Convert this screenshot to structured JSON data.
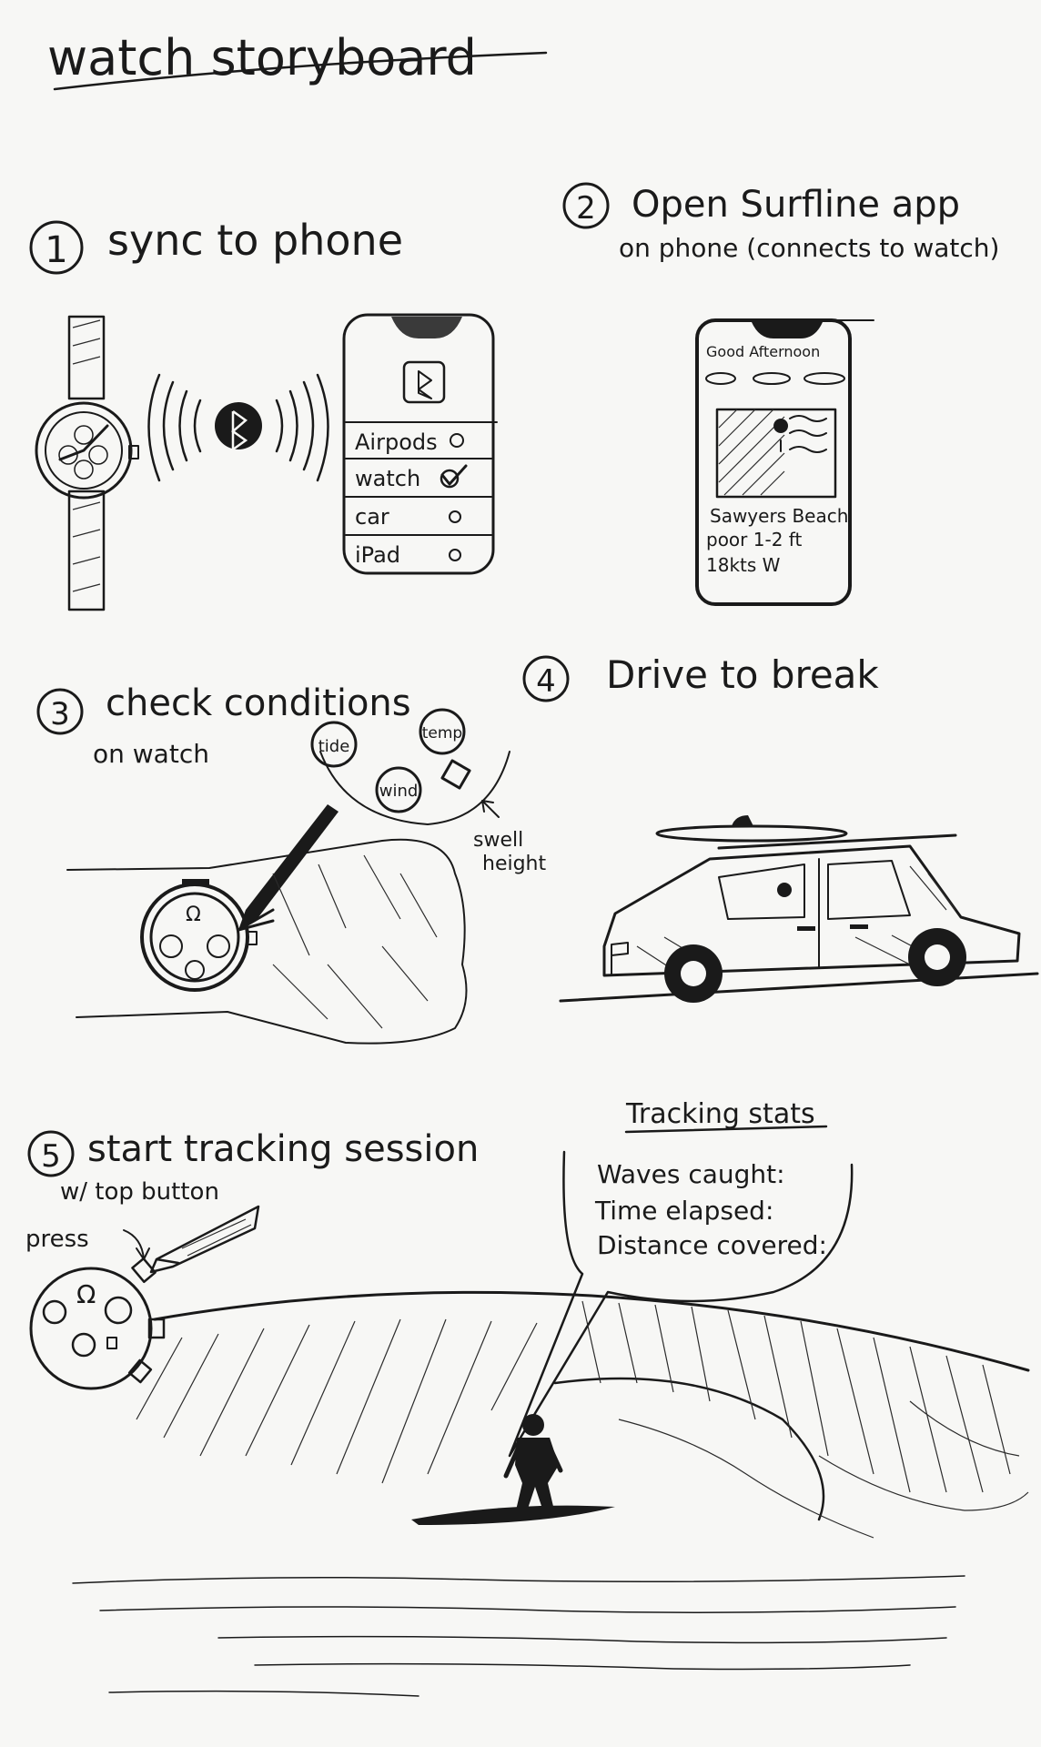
{
  "title": "watch storyboard",
  "steps": [
    {
      "number": "1",
      "caption": "sync to phone"
    },
    {
      "number": "2",
      "caption_line1": "Open Surfline app",
      "caption_line2": "on phone (connects to watch)"
    },
    {
      "number": "3",
      "caption_line1": "check conditions",
      "caption_line2": "on watch"
    },
    {
      "number": "4",
      "caption": "Drive to break"
    },
    {
      "number": "5",
      "caption_line1": "start tracking session",
      "caption_line2": "w/ top button",
      "press_label": "press"
    }
  ],
  "bluetooth_list": {
    "items": [
      "Airpods",
      "watch",
      "car",
      "iPad"
    ],
    "selected": "watch"
  },
  "surfline_screen": {
    "greeting": "Good Afternoon",
    "spot": "Sawyers Beach",
    "condition": "poor 1-2 ft",
    "wind": "18kts W"
  },
  "watch_complications": {
    "items": [
      "tide",
      "temp",
      "wind"
    ],
    "swell_label_line1": "swell",
    "swell_label_line2": "height"
  },
  "tracking_stats": {
    "heading": "Tracking stats",
    "rows": [
      "Waves caught:",
      "Time elapsed:",
      "Distance covered:"
    ]
  }
}
